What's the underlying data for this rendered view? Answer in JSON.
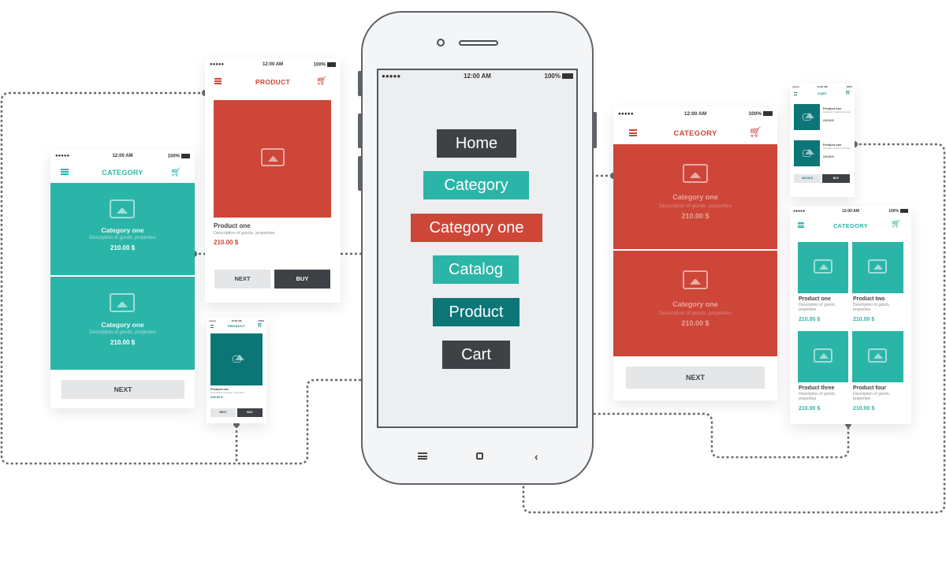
{
  "status": {
    "signal": "●●●●●",
    "time": "12:00 AM",
    "battery": "100%"
  },
  "colors": {
    "teal": "#2bb5a8",
    "dark_teal": "#0c7677",
    "red": "#cd4638",
    "dark": "#3e4246",
    "light_gray": "#e4e6e8"
  },
  "main_menu": {
    "home": "Home",
    "category": "Category",
    "category_one": "Category one",
    "catalog": "Catalog",
    "product": "Product",
    "cart": "Cart"
  },
  "nav_icons": [
    "menu-icon",
    "home-square-icon",
    "back-icon"
  ],
  "left_category": {
    "title": "CATEGORY",
    "items": [
      {
        "name": "Category one",
        "desc": "Description of goods, properties",
        "price": "210.00 $"
      },
      {
        "name": "Category one",
        "desc": "Description of goods, properties",
        "price": "210.00 $"
      }
    ],
    "next": "NEXT"
  },
  "product_screen": {
    "title": "PRODUCT",
    "name": "Product one",
    "desc": "Description of goods, properties",
    "price": "210.00 $",
    "next": "NEXT",
    "buy": "BUY"
  },
  "mini_product": {
    "title": "PRODUCT",
    "name": "Product one",
    "desc": "Description of goods, properties",
    "price": "210.00 $",
    "next": "NEXT",
    "buy": "BUY"
  },
  "right_category": {
    "title": "CATEGORY",
    "items": [
      {
        "name": "Category one",
        "desc": "Description of goods, properties",
        "price": "210.00 $"
      },
      {
        "name": "Category one",
        "desc": "Description of goods, properties",
        "price": "210.00 $"
      }
    ],
    "next": "NEXT"
  },
  "cart_screen": {
    "title": "CART",
    "items": [
      {
        "name": "Product one",
        "desc": "Description of goods, properties",
        "price": "210.00 $"
      },
      {
        "name": "Product one",
        "desc": "Description of goods, properties",
        "price": "210.00 $"
      }
    ],
    "total": "420.00 $",
    "buy": "BUY"
  },
  "catalog_screen": {
    "title": "CATEGORY",
    "items": [
      {
        "name": "Product one",
        "desc": "Description of goods, properties",
        "price": "210.00 $"
      },
      {
        "name": "Product two",
        "desc": "Description of goods, properties",
        "price": "210.00 $"
      },
      {
        "name": "Product three",
        "desc": "Description of goods, properties",
        "price": "210.00 $"
      },
      {
        "name": "Product four",
        "desc": "Description of goods, properties",
        "price": "210.00 $"
      }
    ]
  }
}
